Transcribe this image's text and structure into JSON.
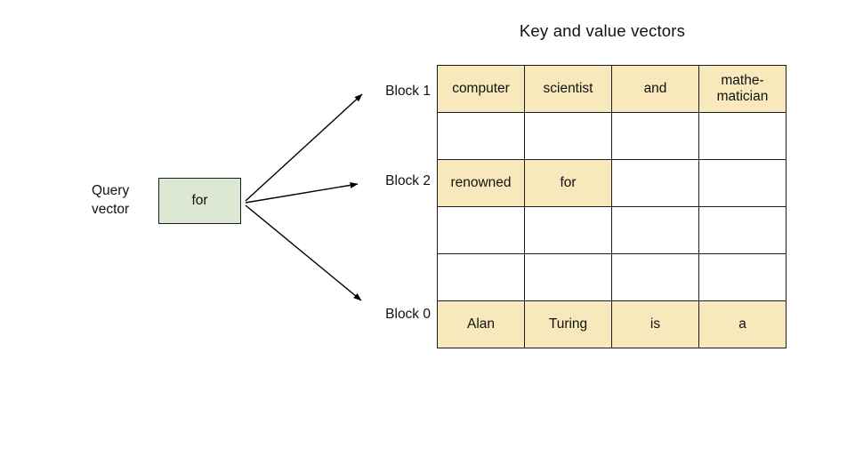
{
  "title": "Key and value vectors",
  "query_vector": {
    "label_line1": "Query",
    "label_line2": "vector",
    "box_label": "for"
  },
  "block_labels": {
    "block1": "Block 1",
    "block2": "Block 2",
    "block0": "Block 0"
  },
  "table": {
    "num_cols": 4,
    "rows": [
      {
        "cells": [
          {
            "text": "computer",
            "highlight": true
          },
          {
            "text": "scientist",
            "highlight": true
          },
          {
            "text": "and",
            "highlight": true
          },
          {
            "text": "mathe-matician",
            "highlight": true
          }
        ]
      },
      {
        "cells": [
          {
            "text": "",
            "highlight": false
          },
          {
            "text": "",
            "highlight": false
          },
          {
            "text": "",
            "highlight": false
          },
          {
            "text": "",
            "highlight": false
          }
        ]
      },
      {
        "cells": [
          {
            "text": "renowned",
            "highlight": true
          },
          {
            "text": "for",
            "highlight": true
          },
          {
            "text": "",
            "highlight": false
          },
          {
            "text": "",
            "highlight": false
          }
        ]
      },
      {
        "cells": [
          {
            "text": "",
            "highlight": false
          },
          {
            "text": "",
            "highlight": false
          },
          {
            "text": "",
            "highlight": false
          },
          {
            "text": "",
            "highlight": false
          }
        ]
      },
      {
        "cells": [
          {
            "text": "",
            "highlight": false
          },
          {
            "text": "",
            "highlight": false
          },
          {
            "text": "",
            "highlight": false
          },
          {
            "text": "",
            "highlight": false
          }
        ]
      },
      {
        "cells": [
          {
            "text": "Alan",
            "highlight": true
          },
          {
            "text": "Turing",
            "highlight": true
          },
          {
            "text": "is",
            "highlight": true
          },
          {
            "text": "a",
            "highlight": true
          }
        ]
      }
    ]
  },
  "colors": {
    "highlight_fill": "#f8e9bd",
    "query_box_fill": "#dce8d2",
    "border": "#1d1d1d",
    "arrow": "#000000"
  }
}
